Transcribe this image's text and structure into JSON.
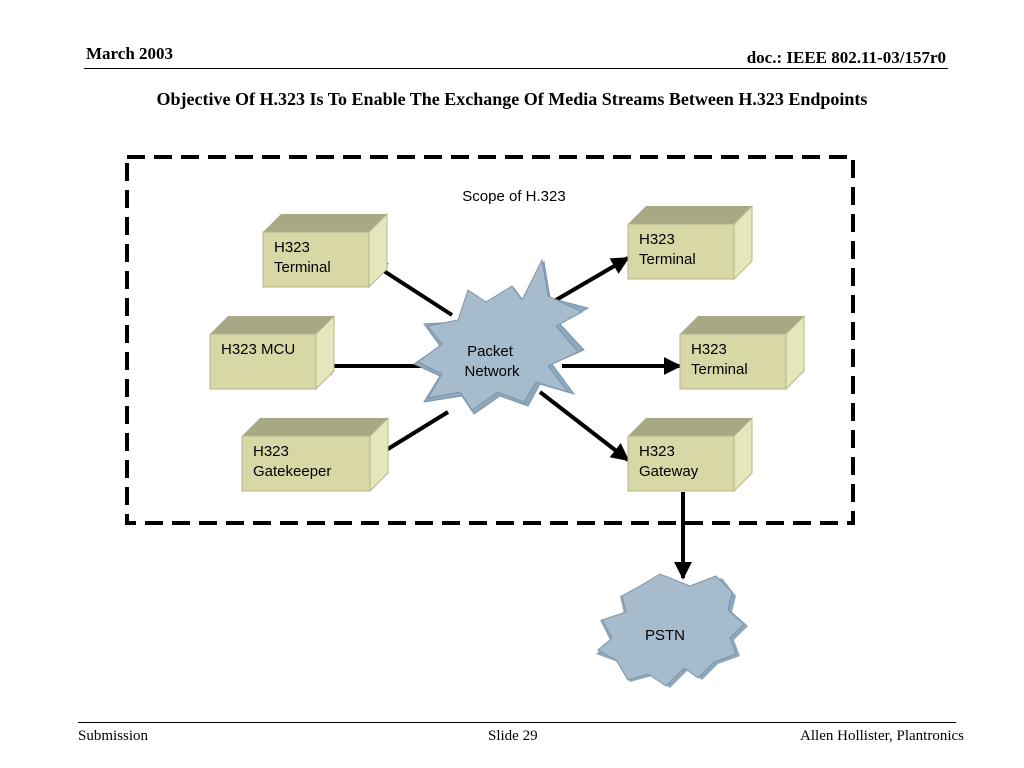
{
  "header": {
    "date": "March 2003",
    "doc": "doc.: IEEE 802.11-03/157r0"
  },
  "title": "Objective Of H.323 Is To Enable The Exchange Of Media Streams Between H.323 Endpoints",
  "diagram": {
    "scope_label": "Scope of H.323",
    "network": {
      "line1": "Packet",
      "line2": "Network"
    },
    "pstn": "PSTN",
    "nodes": [
      {
        "line1": "H323",
        "line2": "Terminal"
      },
      {
        "line1": "H323",
        "line2": "Terminal"
      },
      {
        "line1": "H323 MCU",
        "line2": ""
      },
      {
        "line1": "H323",
        "line2": "Terminal"
      },
      {
        "line1": "H323",
        "line2": "Gatekeeper"
      },
      {
        "line1": "H323",
        "line2": "Gateway"
      }
    ]
  },
  "footer": {
    "left": "Submission",
    "center": "Slide 29",
    "right": "Allen Hollister, Plantronics"
  },
  "colors": {
    "box_front": "#d8d7a6",
    "box_top": "#a9a884",
    "box_side": "#e6e6bd",
    "network": "#a6bccd",
    "network_dark": "#8ea8bb"
  }
}
